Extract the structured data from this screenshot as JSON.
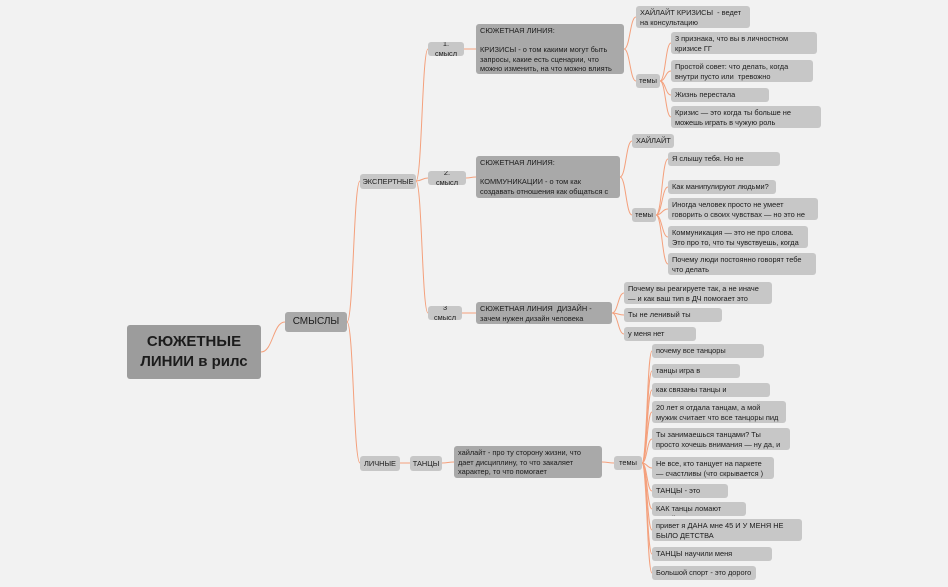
{
  "colors": {
    "connector": "#f4a07c",
    "background": "#f2f2f2",
    "node": "#c7c7c7",
    "node_dark": "#a9a9a9"
  },
  "root": "СЮЖЕТНЫЕ ЛИНИИ в рилс",
  "smysly": "СМЫСЛЫ",
  "expertnye": "ЭКСПЕРТНЫЕ",
  "lichnye": "ЛИЧНЫЕ",
  "smysl1": {
    "label": "1. смысл",
    "line": "СЮЖЕТНАЯ ЛИНИЯ:\n\nКРИЗИСЫ - о том какими могут быть запросы, какие есть сценарии, что можно изменить, на что можно влиять",
    "highlight": "ХАЙЛАЙТ КРИЗИСЫ  - ведет на консультацию",
    "themes_label": "темы",
    "themes": [
      "3 признака, что вы в личностном кризисе ГГ",
      "Простой совет: что делать, когда внутри пусто или  тревожно",
      "Жизнь перестала радовать",
      "Кризис — это когда ты больше не можешь играть в чужую роль"
    ]
  },
  "smysl2": {
    "label": "2. смысл",
    "line": "СЮЖЕТНАЯ ЛИНИЯ:\n\nКОММУНИКАЦИИ - о том как создавать отношения как общаться с людьми,",
    "highlight": "ХАЙЛАЙТ",
    "themes_label": "темы",
    "themes": [
      "Я слышу тебя. Но не понимаю»",
      "Как манипулируют людьми?",
      "Иногда человек просто не умеет говорить о своих чувствах — но это не про тебя",
      "Коммуникация — это не про слова. Это про то, что ты чувствуешь, когда рядом",
      "Почему люди постоянно говорят тебе что делать"
    ]
  },
  "smysl3": {
    "label": "3 смысл",
    "line": "СЮЖЕТНАЯ ЛИНИЯ  ДИЗАЙН - зачем нужен дизайн человека",
    "items": [
      "Почему вы реагируете так, а не иначе — и как ваш тип в ДЧ помогает это понять",
      "Ты не ленивый ты проектор",
      "у меня нет энергии"
    ]
  },
  "tantsy": {
    "label": "ТАНЦЫ",
    "line": "хайлайт - про ту сторону жизни, что дает дисциплину, то что закаляет характер, то что помогает коммуницировать с людьми",
    "themes_label": "темы",
    "themes": [
      "почему все танцоры нарциссы?",
      "танцы игра в долгосрок",
      "как связаны танцы и психология",
      "20 лет я отдала танцам, а мой мужик считает что все танцоры пид",
      "Ты занимаешься танцами? Ты просто хочешь внимания — ну да, и что с того?",
      "Не все, кто танцует на паркете  — счастливы (что скрывается )",
      "ТАНЦЫ - это садизм",
      "КАК танцы ломают детей",
      "привет я ДАНА мне 45 И У МЕНЯ НЕ БЫЛО ДЕТСТВА",
      "ТАНЦЫ научили меня парнерству",
      "Большой спорт - это дорого"
    ]
  }
}
